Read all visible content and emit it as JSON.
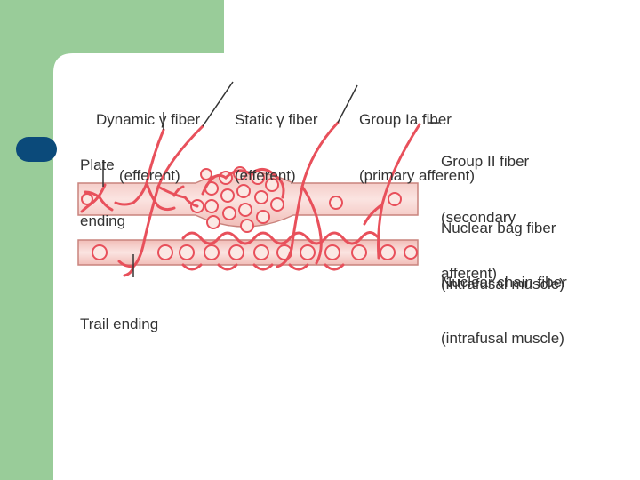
{
  "theme": {
    "sidebar_color": "#99cc99",
    "tab_color": "#0b4a7a",
    "fiber_color": "#e8505b",
    "muscle_fill": "#f6d6d3",
    "nucleus_fill": "#fbe8e4",
    "text_color": "#333333"
  },
  "labels": {
    "dynamic_gamma": {
      "line1": "Dynamic γ fiber",
      "line2": "(efferent)"
    },
    "static_gamma": {
      "line1": "Static γ fiber",
      "line2": "(efferent)"
    },
    "group_ia": {
      "line1": "Group Ia fiber",
      "line2": "(primary afferent)"
    },
    "group_ii": {
      "line1": "Group II fiber",
      "line2": "(secondary",
      "line3": "afferent)"
    },
    "plate_ending": {
      "line1": "Plate",
      "line2": "ending"
    },
    "nuclear_bag": {
      "line1": "Nuclear bag fiber",
      "line2": "(intrafusal muscle)"
    },
    "nuclear_chain": {
      "line1": "Nuclear chain fiber",
      "line2": "(intrafusal muscle)"
    },
    "trail_ending": {
      "line1": "Trail ending"
    }
  }
}
